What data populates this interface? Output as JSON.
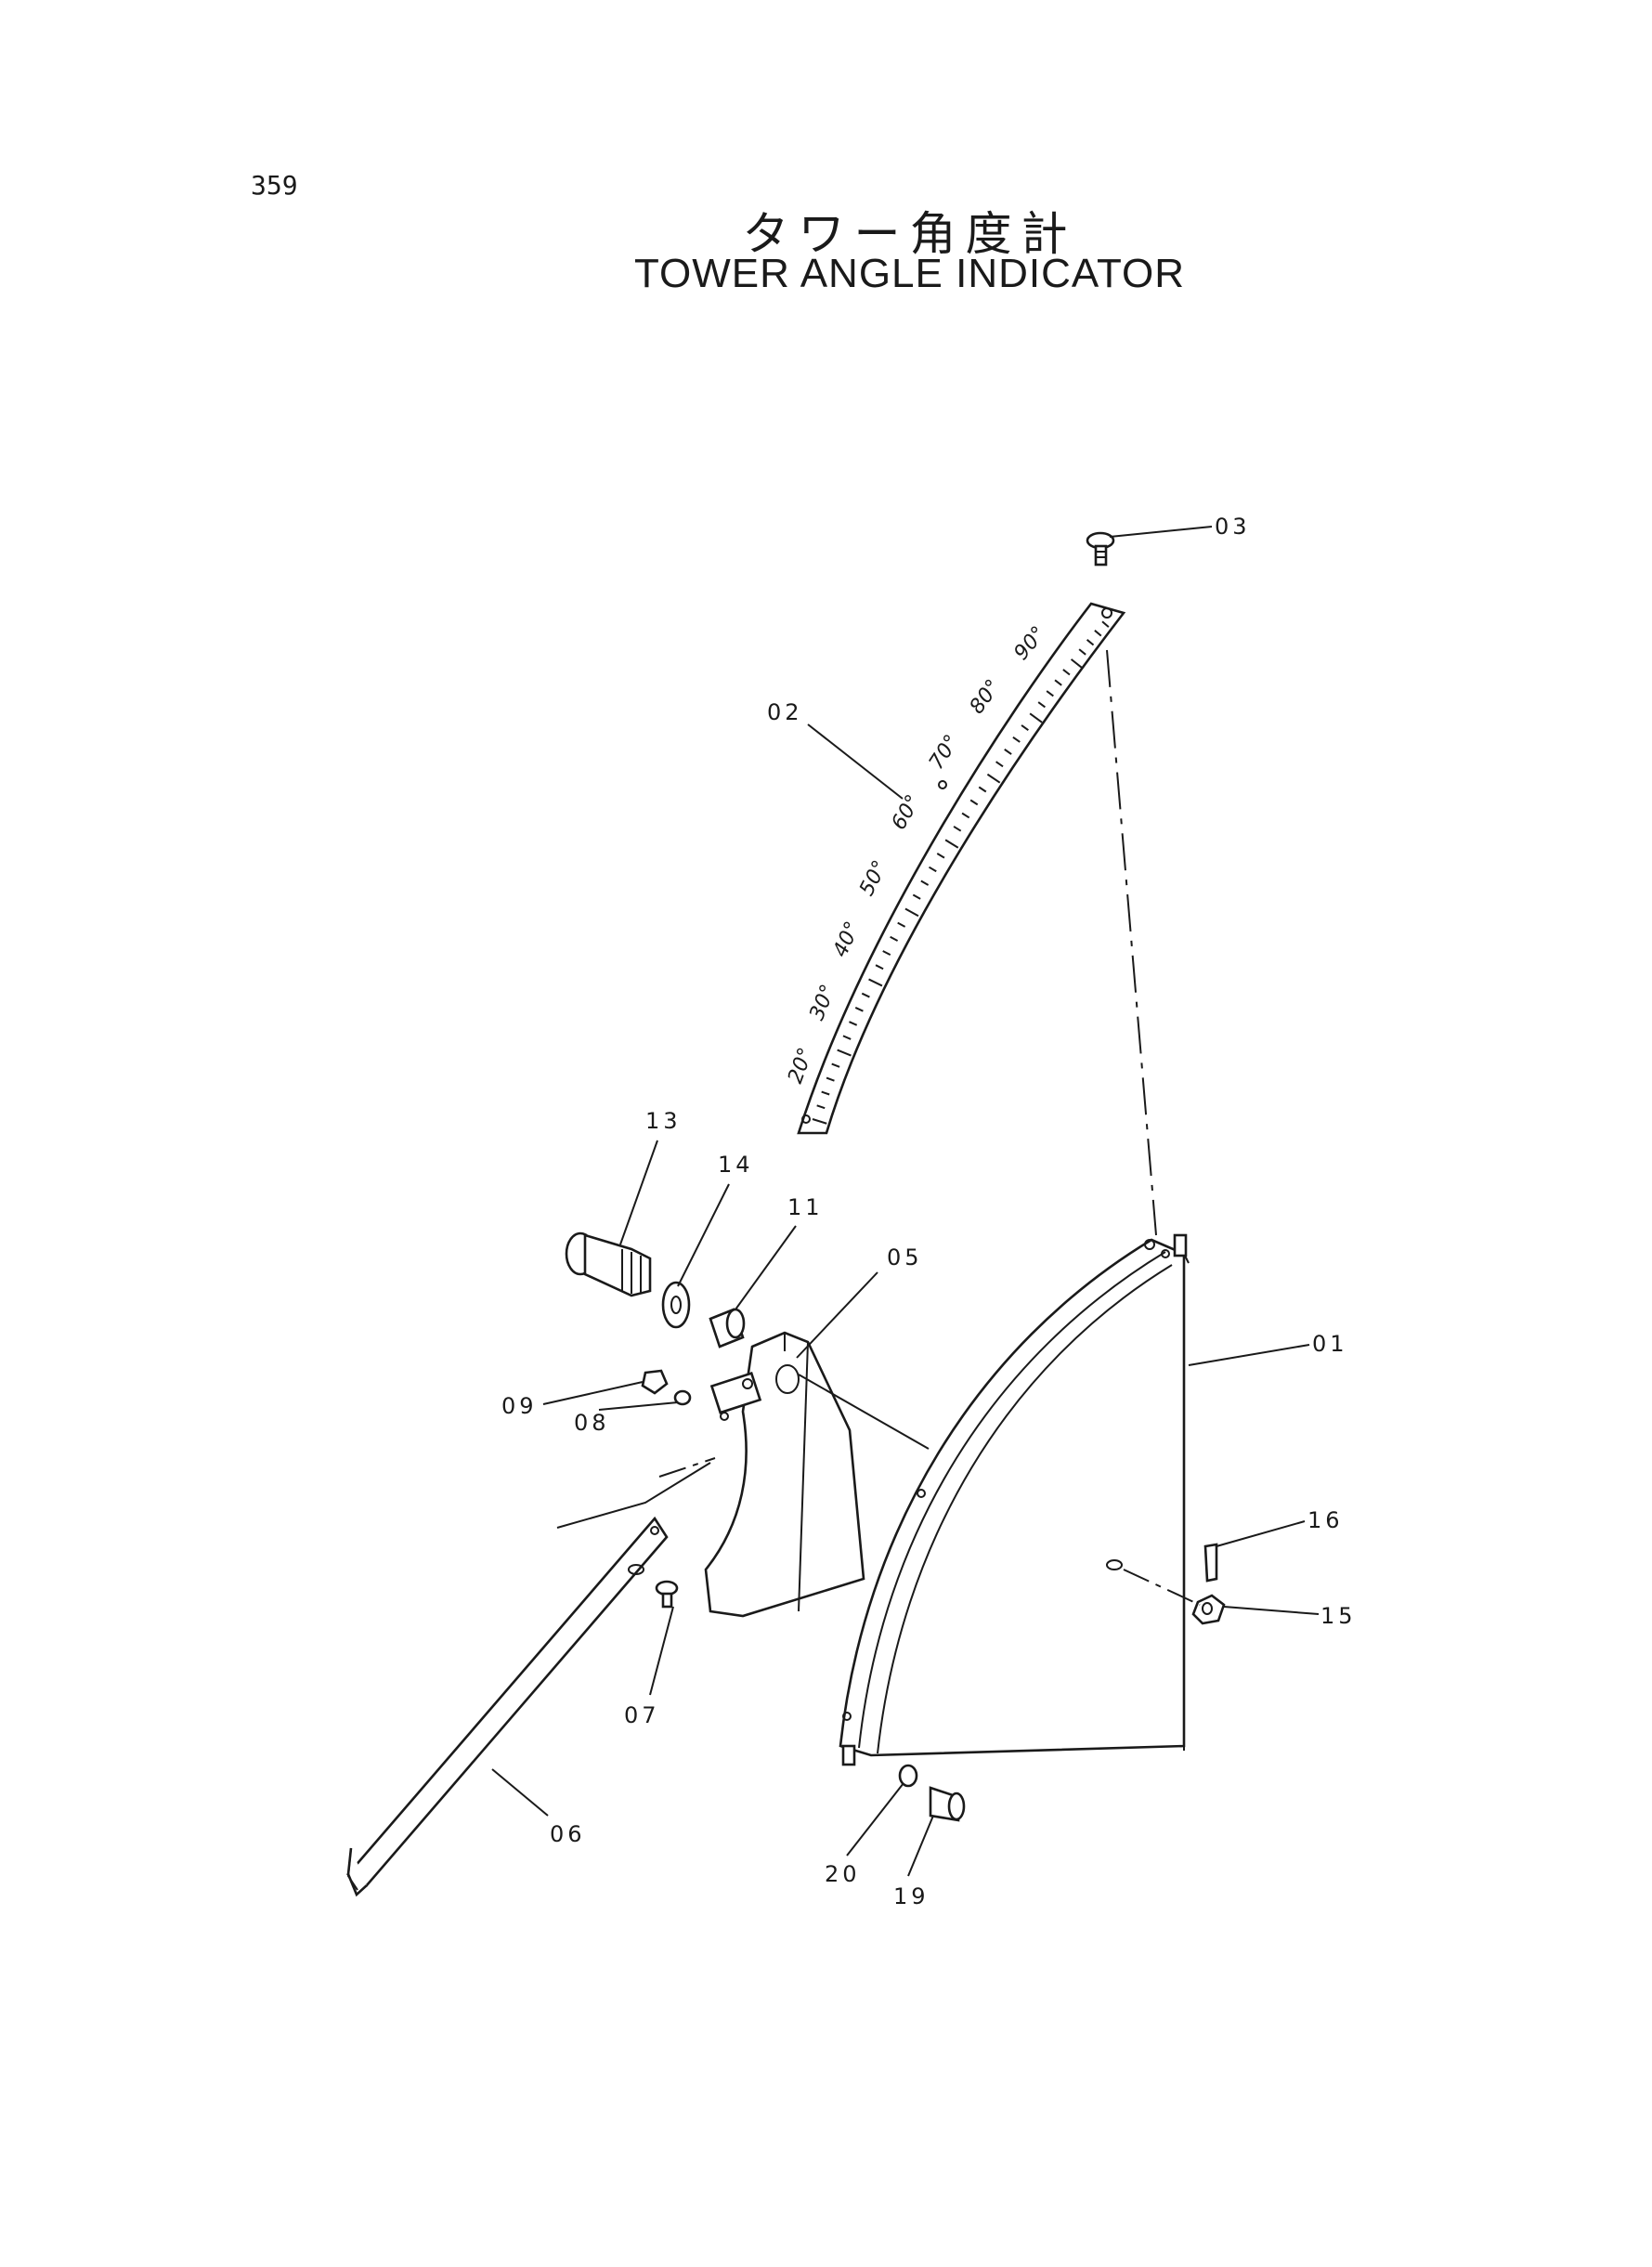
{
  "page_number": "359",
  "title_jp": "タワー角度計",
  "title_en": "TOWER ANGLE INDICATOR",
  "scale_labels": [
    "20°",
    "30°",
    "40°",
    "50°",
    "60°",
    "70°",
    "80°",
    "90°"
  ],
  "callouts": {
    "c01": "01",
    "c02": "02",
    "c03": "03",
    "c05": "05",
    "c06": "06",
    "c07": "07",
    "c08": "08",
    "c09": "09",
    "c11": "11",
    "c13": "13",
    "c14": "14",
    "c15": "15",
    "c16": "16",
    "c19": "19",
    "c20": "20"
  }
}
